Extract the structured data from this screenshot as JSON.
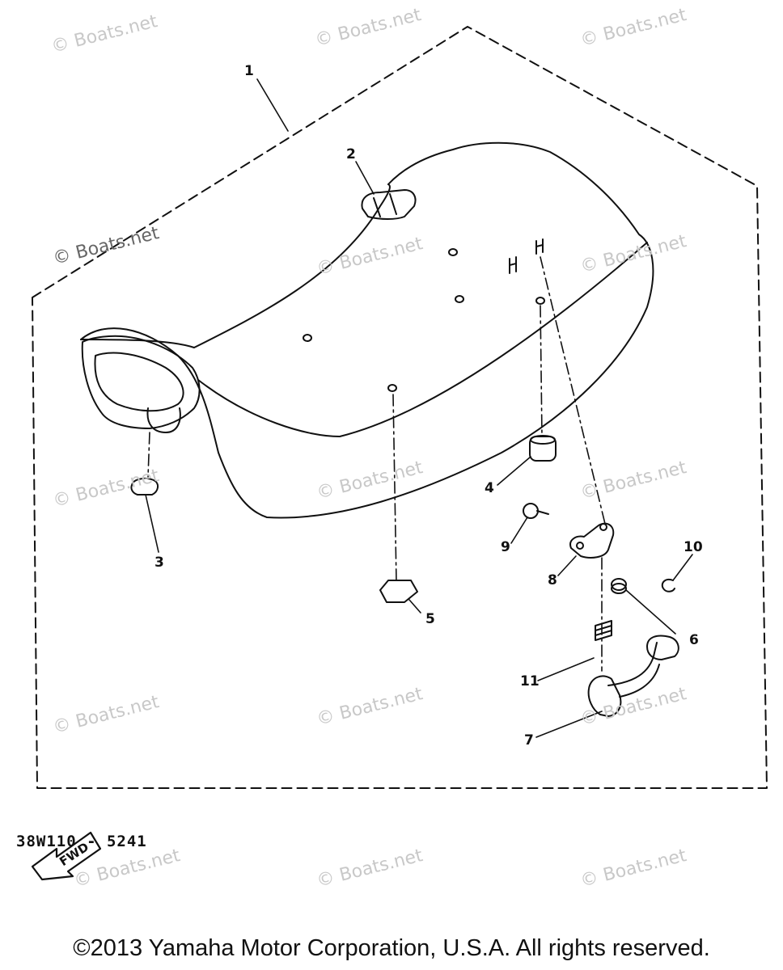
{
  "watermark_text": "© Boats.net",
  "callouts": {
    "c1": "1",
    "c2": "2",
    "c3": "3",
    "c4": "4",
    "c5": "5",
    "c6": "6",
    "c7": "7",
    "c8": "8",
    "c9": "9",
    "c10": "10",
    "c11": "11"
  },
  "fwd_label": "FWD",
  "diagram_code": "38W110 - 5241",
  "copyright": "©2013 Yamaha Motor Corporation, U.S.A. All rights reserved."
}
